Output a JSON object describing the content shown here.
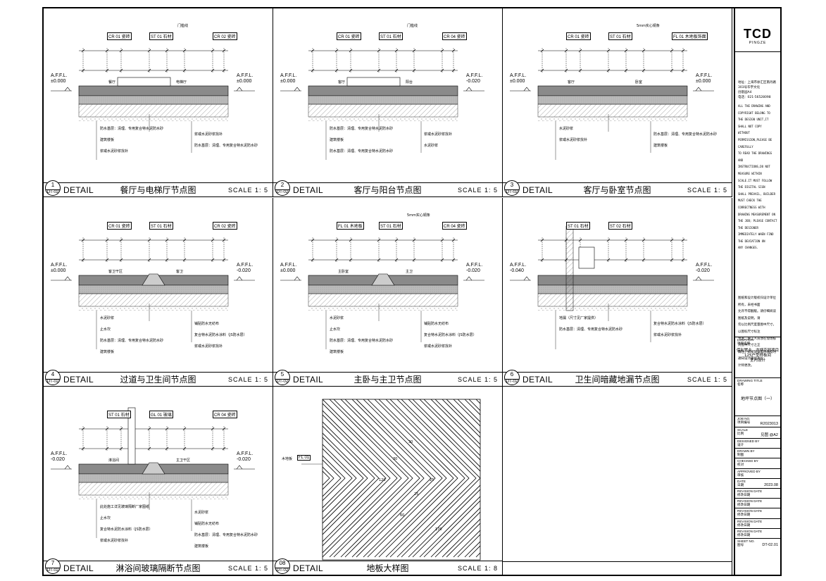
{
  "panels": [
    {
      "num": "1",
      "sheet": "DT-02",
      "detail": "DETAIL",
      "title": "餐厅与电梯厅节点图",
      "scale": "SCALE 1: 5",
      "level_left": [
        "A.F.F.L.",
        "±0.000"
      ],
      "level_right": [
        "A.F.F.L.",
        "±0.000"
      ],
      "tags": [
        "CR 01 瓷砖",
        "ST 01 石材",
        "CR 02 瓷砖"
      ],
      "door": "门槛线",
      "rooms": [
        "餐厅",
        "电梯厅"
      ],
      "notes": [
        "防水基层：清理、专用复合特水泥防水砂",
        "浆或水泥砂浆找补",
        "建筑楼板",
        "防水基层：清理、专用复合特水泥防水砂",
        "浆或水泥砂浆找补"
      ]
    },
    {
      "num": "2",
      "sheet": "DT-02",
      "detail": "DETAIL",
      "title": "客厅与阳台节点图",
      "scale": "SCALE 1: 5",
      "level_left": [
        "A.F.F.L.",
        "±0.000"
      ],
      "level_right": [
        "A.F.F.L.",
        "-0.020"
      ],
      "tags": [
        "CR 01 瓷砖",
        "ST 01 石材",
        "CR 04 瓷砖"
      ],
      "door": "门槛线",
      "rooms": [
        "客厅",
        "阳台"
      ],
      "notes": [
        "防水基层：清理、专用复合特水泥防水砂",
        "浆或水泥砂浆找补",
        "建筑楼板",
        "水泥砂浆",
        "防水基层：清理、专用复合特水泥防水砂"
      ]
    },
    {
      "num": "3",
      "sheet": "DT-02",
      "detail": "DETAIL",
      "title": "客厅与卧室节点图",
      "scale": "SCALE 1: 5",
      "level_left": [
        "A.F.F.L.",
        "±0.000"
      ],
      "level_right": [
        "A.F.F.L.",
        "±0.000"
      ],
      "tags": [
        "CR 01 瓷砖",
        "ST 01 石材",
        "FL 01 木地板饰面"
      ],
      "door": "5mm实心铜条",
      "rooms": [
        "客厅",
        "卧室"
      ],
      "notes": [
        "水泥砂浆",
        "防水基层：清理、专用复合特水泥防水砂",
        "浆或水泥砂浆找补",
        "建筑楼板"
      ]
    },
    {
      "num": "4",
      "sheet": "DT-02",
      "detail": "DETAIL",
      "title": "过道与卫生间节点图",
      "scale": "SCALE 1: 5",
      "level_left": [
        "A.F.F.L.",
        "±0.000"
      ],
      "level_right": [
        "A.F.F.L.",
        "-0.020"
      ],
      "tags": [
        "CR 01 瓷砖",
        "ST 01 石材",
        "CR 02 瓷砖"
      ],
      "door": "",
      "rooms": [
        "客卫干区",
        "客卫"
      ],
      "notes": [
        "水泥砂浆",
        "铺贴防水无纺布",
        "止水坎",
        "复合特水泥防水涂料（JS防水层）",
        "防水基层：清理、专用复合特水泥防水砂",
        "浆或水泥砂浆找补",
        "建筑楼板"
      ]
    },
    {
      "num": "5",
      "sheet": "DT-02",
      "detail": "DETAIL",
      "title": "主卧与主卫节点图",
      "scale": "SCALE 1: 5",
      "level_left": [
        "A.F.F.L.",
        "±0.000"
      ],
      "level_right": [
        "A.F.F.L.",
        "-0.020"
      ],
      "tags": [
        "FL 01 木地板",
        "ST 01 石材",
        "CR 04 瓷砖"
      ],
      "door": "5mm实心铜条",
      "rooms": [
        "主卧室",
        "主卫"
      ],
      "notes": [
        "水泥砂浆",
        "铺贴防水无纺布",
        "止水坎",
        "复合特水泥防水涂料（JS防水层）",
        "防水基层：清理、专用复合特水泥防水砂",
        "浆或水泥砂浆找补",
        "建筑楼板"
      ]
    },
    {
      "num": "6",
      "sheet": "DT-02",
      "detail": "DETAIL",
      "title": "卫生间暗藏地漏节点图",
      "scale": "SCALE 1: 5",
      "level_left": [
        "A.F.F.L.",
        "-0.040"
      ],
      "level_right": [
        "A.F.F.L.",
        "-0.020"
      ],
      "tags": [
        "ST 01 石材",
        "ST 02 石材"
      ],
      "door": "",
      "rooms": [],
      "notes": [
        "地漏（尺寸见厂家提供）",
        "复合特水泥防水涂料（JS防水层）",
        "防水基层：清理、专用复合特水泥防水砂",
        "浆或水泥砂浆找补"
      ]
    },
    {
      "num": "7",
      "sheet": "DT-02",
      "detail": "DETAIL",
      "title": "淋浴间玻璃隔断节点图",
      "scale": "SCALE 1: 5",
      "level_left": [
        "A.F.F.L.",
        "-0.020"
      ],
      "level_right": [
        "A.F.F.L.",
        "-0.020"
      ],
      "tags": [
        "ST 01 石材",
        "GL 01 玻璃",
        "CR 04 瓷砖"
      ],
      "door": "",
      "rooms": [
        "淋浴间",
        "主卫干区"
      ],
      "notes": [
        "此处施工详见玻璃隔断厂家图纸",
        "水泥砂浆",
        "止水坎",
        "铺贴防水无纺布",
        "复合特水泥防水涂料（JS防水层）",
        "防水基层：清理、专用复合特水泥防水砂",
        "浆或水泥砂浆找补",
        "建筑楼板"
      ]
    },
    {
      "num": "08",
      "sheet": "DT-02",
      "detail": "DETAIL",
      "title": "地板大样图",
      "scale": "SCALE 1: 8",
      "level_left": [],
      "level_right": [],
      "tags": [
        "FL 01"
      ],
      "door": "木地板",
      "rooms": [],
      "notes": []
    }
  ],
  "titleblock": {
    "logo": "TCD",
    "logo_sub": "PINGZE",
    "address": [
      "地址：上海市徐汇区南丹路303号华宇文化",
      "创意园A4",
      "电话：021-56528098"
    ],
    "copyright": [
      "ALL THE DRAWING AND COPYRIGHT BELONG TO",
      "THE DESIGN UNIT,IT SHALL NOT COPY",
      "WITHOUT PERMISSION,PLEASE BE CAREFULLY",
      "TO READ THE DRAWINGS AND",
      "INSTRUCTIONS,DO NOT MEASURE WITHIN",
      "SCALE.IT MUST FOLLOW THE DIGITAL SIGN",
      "SHALL PREVAIL, BUILDER MUST CHECK THE",
      "CORRECTNESS WITH DRAWING MEASUREMENT ON",
      "THE JOB; PLEASE CONTACT THE DESIGNER",
      "IMMEDIATELY WHEN FIND THE DEVIATION ON",
      "ANY CHANGES."
    ],
    "notice_cn": [
      "图纸和设计版权归设计单位所有，未经书面",
      "允许不得翻版。请仔细阅读图纸及说明，请",
      "勿以比例尺度量图中尺寸，以图标尺寸标注",
      "为准。施工人员须在现场核对图中尺寸之正",
      "确性，如发现误差时须及时通知设计单位及设",
      "计师更改。"
    ],
    "location_label": "LOCATION",
    "location_label_cn": "项目名称",
    "project": [
      "保利置业 · 龙塘花园项目",
      "125户型样板间",
      "室内设计"
    ],
    "drawing_title_label": "DRAWING TITLE",
    "drawing_title_label_cn": "名称",
    "drawing_title": "地坪节点图（一）",
    "rows": [
      {
        "label": "JOB NO.",
        "label_cn": "项目编号",
        "value": "R2023013"
      },
      {
        "label": "SCALE",
        "label_cn": "比例",
        "value": "见图 @A2"
      },
      {
        "label": "DESIGNED BY",
        "label_cn": "设计",
        "value": ""
      },
      {
        "label": "DRAWN BY",
        "label_cn": "制图",
        "value": ""
      },
      {
        "label": "CHECKED BY",
        "label_cn": "校对",
        "value": ""
      },
      {
        "label": "APPROVED BY",
        "label_cn": "审核",
        "value": ""
      },
      {
        "label": "DATE",
        "label_cn": "日期",
        "value": "2023.08"
      },
      {
        "label": "REVISION DATE",
        "label_cn": "修改日期",
        "value": ""
      },
      {
        "label": "REVISION DATE",
        "label_cn": "修改日期",
        "value": ""
      },
      {
        "label": "REVISION DATE",
        "label_cn": "修改日期",
        "value": ""
      },
      {
        "label": "REVISION DATE",
        "label_cn": "修改日期",
        "value": ""
      },
      {
        "label": "REVISION DATE",
        "label_cn": "修改日期",
        "value": ""
      },
      {
        "label": "SHEET NO.",
        "label_cn": "图号",
        "value": "DT-02.01"
      }
    ]
  },
  "floor_detail": {
    "dims": [
      "120",
      "30",
      "30",
      "25",
      "25",
      "60",
      "170"
    ]
  }
}
